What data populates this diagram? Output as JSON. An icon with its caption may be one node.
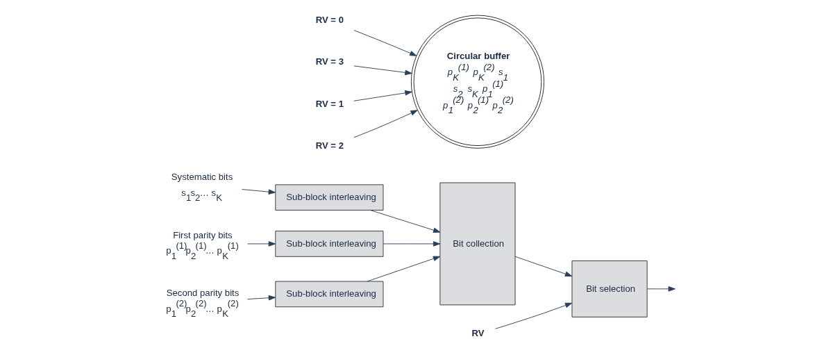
{
  "diagram": {
    "nodes": [
      {
        "text": [
          "Systematic bits",
          "s$_{1}$s$_{2}$… s$_{K}$"
        ]
      },
      {
        "text": [
          "First parity bits",
          "p$_{1}$$^{(1)}$p$_{2}$$^{(1)}$… p$_{K}$$^{(1)}$"
        ]
      },
      {
        "text": [
          "Second parity bits",
          "p$_{1}$$^{(2)}$p$_{2}$$^{(2)}$… p$_{K}$$^{(2)}$"
        ]
      },
      {
        "text": [
          "Sub-block interleaving"
        ]
      },
      {
        "text": [
          "Sub-block interleaving"
        ]
      },
      {
        "text": [
          "Sub-block interleaving"
        ]
      },
      {
        "text": [
          "Bit collection"
        ]
      },
      {
        "text": [
          "Circular buffer",
          "p$_{K}$$^{(1)}$",
          "p$_{K}$$^{(2)}$",
          "s$_{1}$",
          "s$_{2}$",
          "s$_{K}$",
          "p$_{1}$$^{(1)}$",
          "p$_{1}$$^{(2)}$",
          "p$_{2}$$^{(1)}$",
          "p$_{2}$$^{(2)}$"
        ]
      },
      {
        "text": [
          "RV = 0"
        ]
      },
      {
        "text": [
          "RV = 3"
        ]
      },
      {
        "text": [
          "RV = 1"
        ]
      },
      {
        "text": [
          "RV = 2"
        ]
      },
      {
        "text": [
          "Bit selection"
        ]
      },
      {
        "text": [
          "RV"
        ]
      }
    ],
    "edges": [
      {
        "from": 0,
        "to": 3,
        "arrow": "to"
      },
      {
        "from": 1,
        "to": 4,
        "arrow": "to"
      },
      {
        "from": 2,
        "to": 5,
        "arrow": "to"
      },
      {
        "from": 3,
        "to": 6,
        "arrow": "to"
      },
      {
        "from": 4,
        "to": 6,
        "arrow": "to"
      },
      {
        "from": 5,
        "to": 6,
        "arrow": "to"
      },
      {
        "from": 6,
        "to": 12,
        "arrow": "to"
      },
      {
        "from": 8,
        "to": 7,
        "arrow": "to"
      },
      {
        "from": 9,
        "to": 7,
        "arrow": "to"
      },
      {
        "from": 10,
        "to": 7,
        "arrow": "to"
      },
      {
        "from": 11,
        "to": 7,
        "arrow": "to"
      },
      {
        "from": 13,
        "to": 12,
        "arrow": "to"
      },
      {
        "from": 12,
        "to": null,
        "arrow": "to"
      }
    ]
  }
}
